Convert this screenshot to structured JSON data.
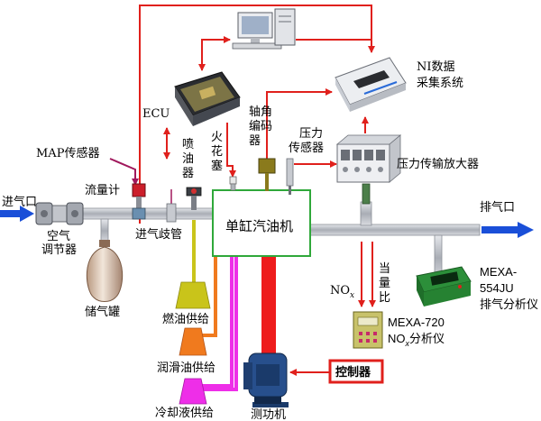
{
  "labels": {
    "intake": "进气口",
    "exhaust": "排气口",
    "air_reg_1": "空气",
    "air_reg_2": "调节器",
    "tank": "储气罐",
    "flowmeter": "流量计",
    "map_sensor": "MAP传感器",
    "intake_manifold": "进气歧管",
    "ecu": "ECU",
    "injector": [
      "喷",
      "油",
      "器"
    ],
    "spark": [
      "火",
      "花",
      "塞"
    ],
    "encoder": [
      "轴角",
      "编码",
      "器"
    ],
    "pressure_sensor": [
      "压力",
      "传感器"
    ],
    "amplifier": "压力传输放大器",
    "ni_daq": [
      "NI数据",
      "采集系统"
    ],
    "engine": "单缸汽油机",
    "fuel_supply": "燃油供给",
    "lube_supply": "润滑油供给",
    "coolant_supply": "冷却液供给",
    "dyno": "测功机",
    "controller": "控制器",
    "nox": "NO",
    "nox_sub": "x",
    "equiv": [
      "当",
      "量",
      "比"
    ],
    "mexa720_1": "MEXA-720",
    "mexa720_2": "NO",
    "mexa720_2_sub": "x",
    "mexa720_2_tail": "分析仪",
    "mexa554_1": "MEXA-",
    "mexa554_2": "554JU",
    "mexa554_3": "排气分析仪"
  },
  "colors": {
    "red_line": "#e0201c",
    "blue_arrow": "#1a4fd8",
    "engine_border": "#2fa83a",
    "fuel": "#c9c41a",
    "lube": "#f07a1e",
    "coolant": "#ee2ee8",
    "pipe": "#b8bcc4",
    "shaft": "#ee1c1c",
    "map_wire": "#a0185c",
    "controller_border": "#e0201c",
    "mexa554_body": "#2c8f3a"
  },
  "icons": [
    "computer-icon",
    "ecu-module-icon",
    "daq-module-icon",
    "amplifier-icon",
    "dyno-icon",
    "gas-tank-icon",
    "analyzer-icon"
  ]
}
